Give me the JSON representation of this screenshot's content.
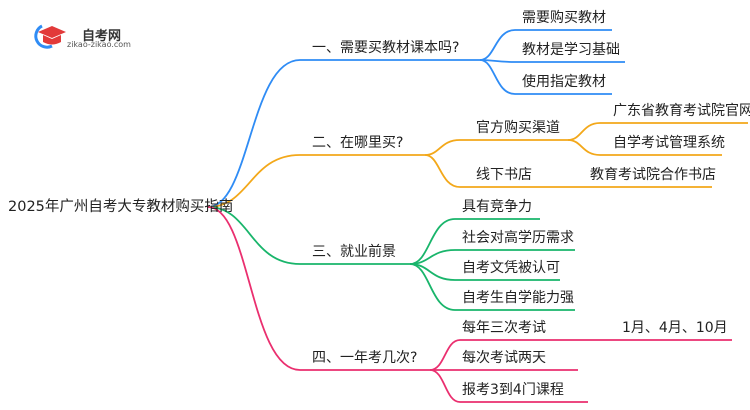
{
  "logo": {
    "title": "自考网",
    "url": "zikao-zikao.com"
  },
  "root": "2025年广州自考大专教材购买指南",
  "colors": {
    "b1": "#2f8cf5",
    "b2": "#f3a81a",
    "b3": "#19b56b",
    "b4": "#ea2f6f"
  },
  "branches": [
    {
      "label": "一、需要买教材课本吗?",
      "children": [
        "需要购买教材",
        "教材是学习基础",
        "使用指定教材"
      ]
    },
    {
      "label": "二、在哪里买?",
      "children": [
        {
          "label": "官方购买渠道",
          "children": [
            "广东省教育考试院官网",
            "自学考试管理系统"
          ]
        },
        {
          "label": "线下书店",
          "children": [
            "教育考试院合作书店"
          ]
        }
      ]
    },
    {
      "label": "三、就业前景",
      "children": [
        "具有竞争力",
        "社会对高学历需求",
        "自考文凭被认可",
        "自考生自学能力强"
      ]
    },
    {
      "label": "四、一年考几次?",
      "children": [
        {
          "label": "每年三次考试",
          "children": [
            "1月、4月、10月"
          ]
        },
        "每次考试两天",
        "报考3到4门课程"
      ]
    }
  ]
}
